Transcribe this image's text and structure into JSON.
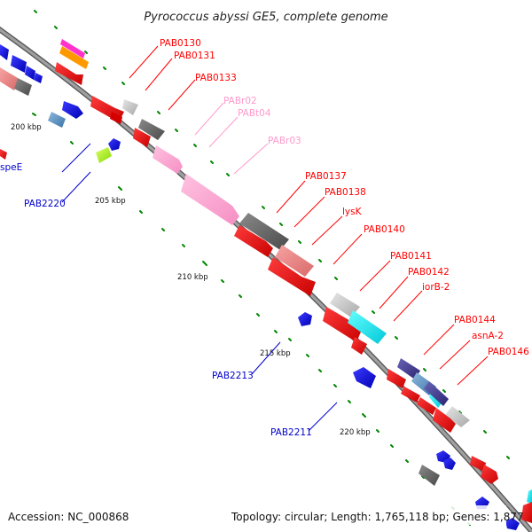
{
  "title": "Pyrococcus abyssi GE5, complete genome",
  "footer": {
    "accession": "Accession: NC_000868",
    "summary": "Topology: circular; Length: 1,765,118 bp; Genes: 1,877"
  },
  "kbp_labels": [
    "200 kbp",
    "205 kbp",
    "210 kbp",
    "215 kbp",
    "220 kbp"
  ],
  "gene_labels": {
    "PAB0130": "PAB0130",
    "PAB0131": "PAB0131",
    "PAB0133": "PAB0133",
    "PABr02": "PABr02",
    "PABt04": "PABt04",
    "PABr03": "PABr03",
    "PAB0137": "PAB0137",
    "PAB0138": "PAB0138",
    "lysK": "lysK",
    "PAB0140": "PAB0140",
    "PAB0141": "PAB0141",
    "PAB0142": "PAB0142",
    "iorB2": "iorB-2",
    "PAB0144": "PAB0144",
    "asnA2": "asnA-2",
    "PAB0146": "PAB0146",
    "speE": "speE",
    "PAB2220": "PAB2220",
    "PAB2213": "PAB2213",
    "PAB2211": "PAB2211"
  },
  "colors": {
    "cds": "#ff0000",
    "rrna": "#ff99cc",
    "reverse_label": "#0000cc",
    "backbone": "#808080",
    "tick": "#008800"
  }
}
